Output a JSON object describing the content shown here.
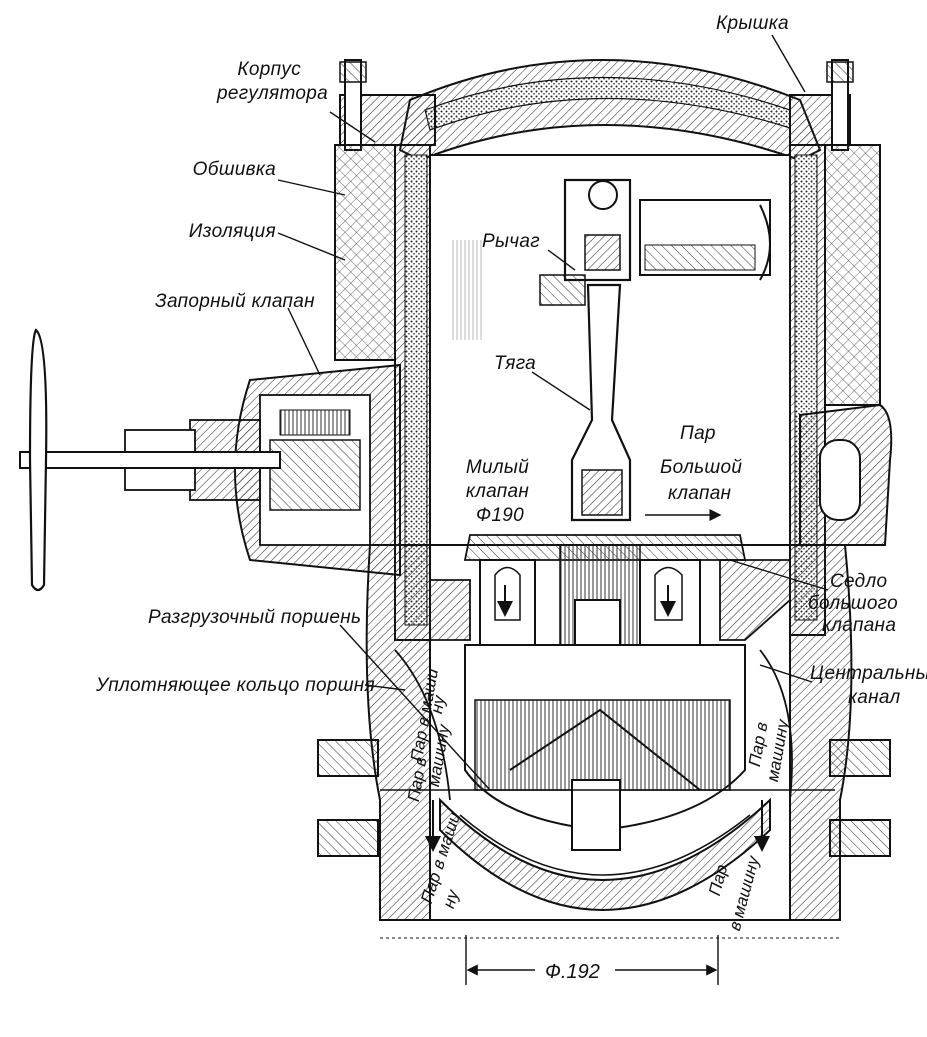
{
  "labels": {
    "kryshka": "Крышка",
    "korpus_line1": "Корпус",
    "korpus_line2": "регулятора",
    "obshivka": "Обшивка",
    "izolyaciya": "Изоляция",
    "zapornyi": "Запорный клапан",
    "rychag": "Рычаг",
    "tyaga": "Тяга",
    "malyi_line1": "Милый",
    "malyi_line2": "клапан",
    "malyi_line3": "Ф190",
    "par": "Пар",
    "bolshoi_line1": "Большой",
    "bolshoi_line2": "клапан",
    "sedlo_line1": "Седло",
    "sedlo_line2": "большого",
    "sedlo_line3": "клапана",
    "razgruzochnyi": "Разгрузочный поршень",
    "tsentralnyi_line1": "Центральный",
    "tsentralnyi_line2": "канал",
    "uplotnyayuschee": "Уплотняющее кольцо поршня",
    "par_left_upper_1": "Пар в маши",
    "par_left_upper_2": "ну",
    "par_left_lower_1": "Пар в",
    "par_left_lower_2": "машину",
    "par_bottom_left_1": "Пар в маши",
    "par_bottom_left_2": "ну",
    "par_right_1": "Пар в",
    "par_right_2": "машину",
    "par_bottom_right_1": "Пар",
    "par_bottom_right_2": "в машину",
    "dimension": "Ф.192"
  },
  "colors": {
    "ink": "#111111",
    "hatch": "#333333",
    "paper": "#ffffff"
  }
}
